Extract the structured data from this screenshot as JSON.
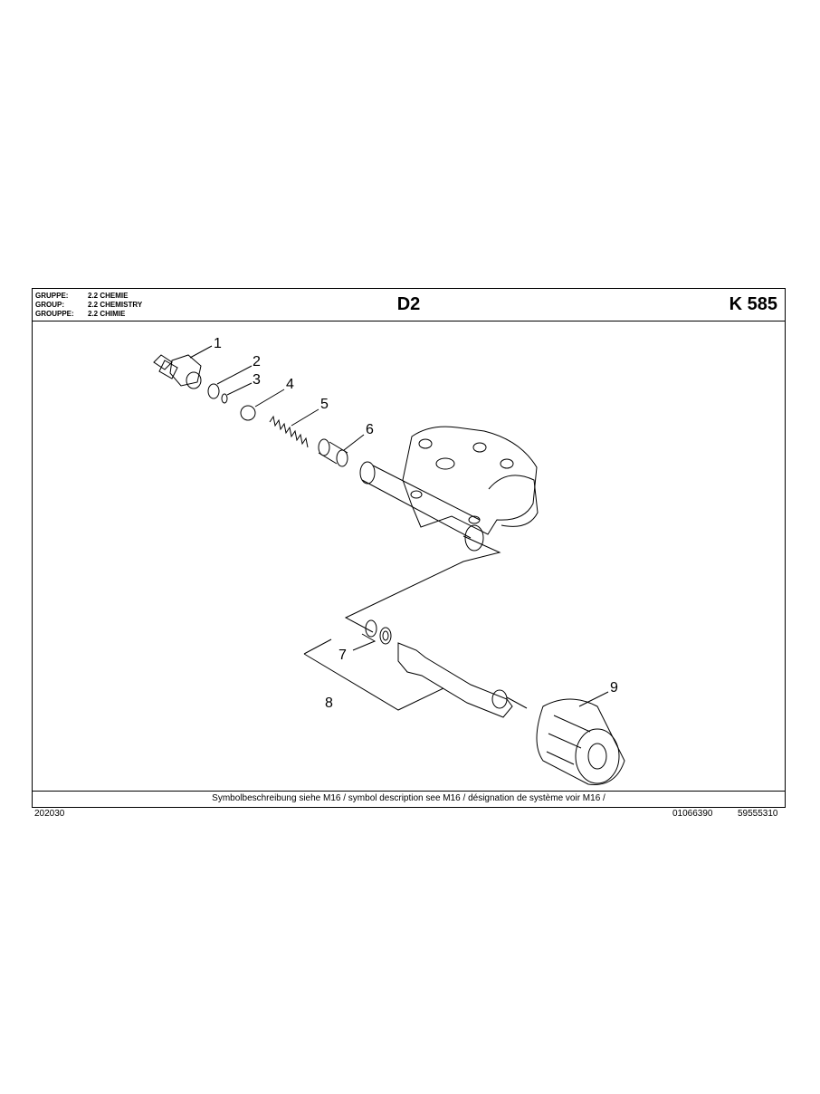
{
  "header": {
    "group_rows": [
      {
        "label": "GRUPPE:",
        "value": "2.2  CHEMIE"
      },
      {
        "label": "GROUP:",
        "value": "2.2  CHEMISTRY"
      },
      {
        "label": "GROUPPE:",
        "value": "2.2  CHIMIE"
      }
    ],
    "sheet": "D2",
    "model": "K 585"
  },
  "footer": {
    "symbol_note": "Symbolbeschreibung siehe M16 / symbol description see M16 / désignation de système voir M16 /",
    "left_code": "202030",
    "code_1": "01066390",
    "code_2": "59555310"
  },
  "callouts": [
    "1",
    "2",
    "3",
    "4",
    "5",
    "6",
    "7",
    "8",
    "9"
  ]
}
